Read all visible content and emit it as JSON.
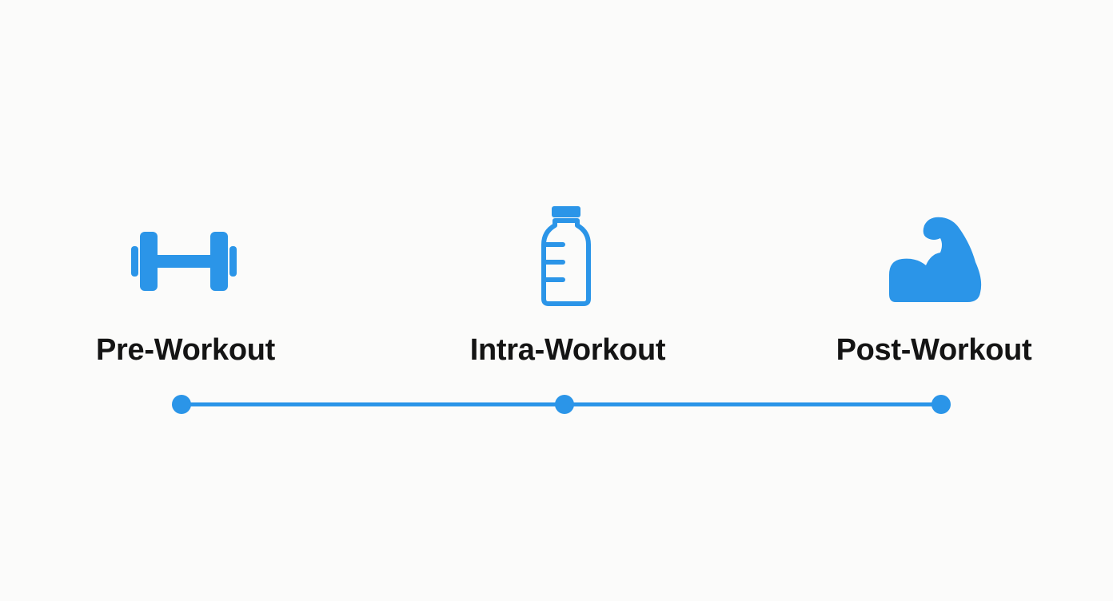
{
  "colors": {
    "accent": "#2b95e8",
    "label_text": "#141414",
    "background": "#fbfbfa"
  },
  "stages": [
    {
      "label": "Pre-Workout",
      "icon": "dumbbell-icon"
    },
    {
      "label": "Intra-Workout",
      "icon": "water-bottle-icon"
    },
    {
      "label": "Post-Workout",
      "icon": "flexed-bicep-icon"
    }
  ]
}
